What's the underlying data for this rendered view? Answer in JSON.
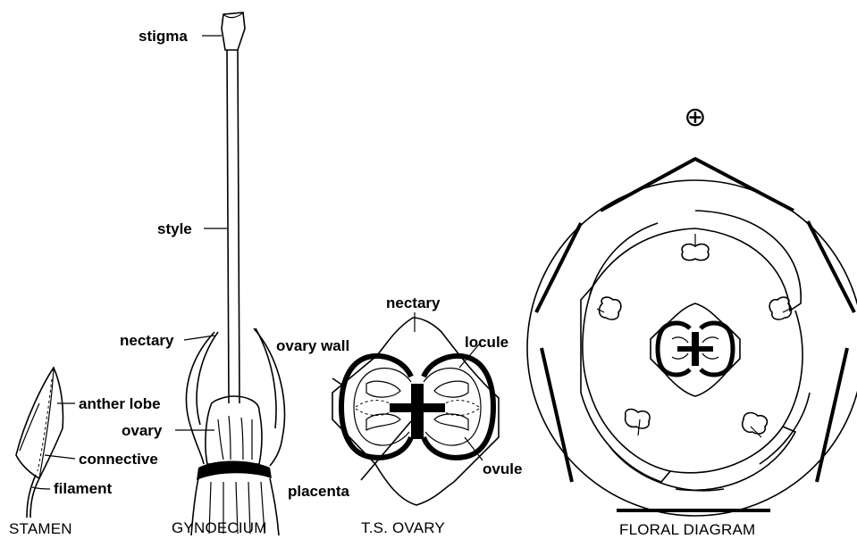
{
  "captions": {
    "stamen": "STAMEN",
    "gynoecium": "GYNOECIUM",
    "ts_ovary": "T.S. OVARY",
    "floral_diagram": "FLORAL DIAGRAM"
  },
  "labels": {
    "stigma": "stigma",
    "style": "style",
    "nectary_gynoecium": "nectary",
    "anther_lobe": "anther lobe",
    "ovary": "ovary",
    "connective": "connective",
    "filament": "filament",
    "nectary_ovary": "nectary",
    "ovary_wall": "ovary wall",
    "locule": "locule",
    "placenta": "placenta",
    "ovule": "ovule"
  },
  "symbols": {
    "actinomorphic": "⊕"
  }
}
